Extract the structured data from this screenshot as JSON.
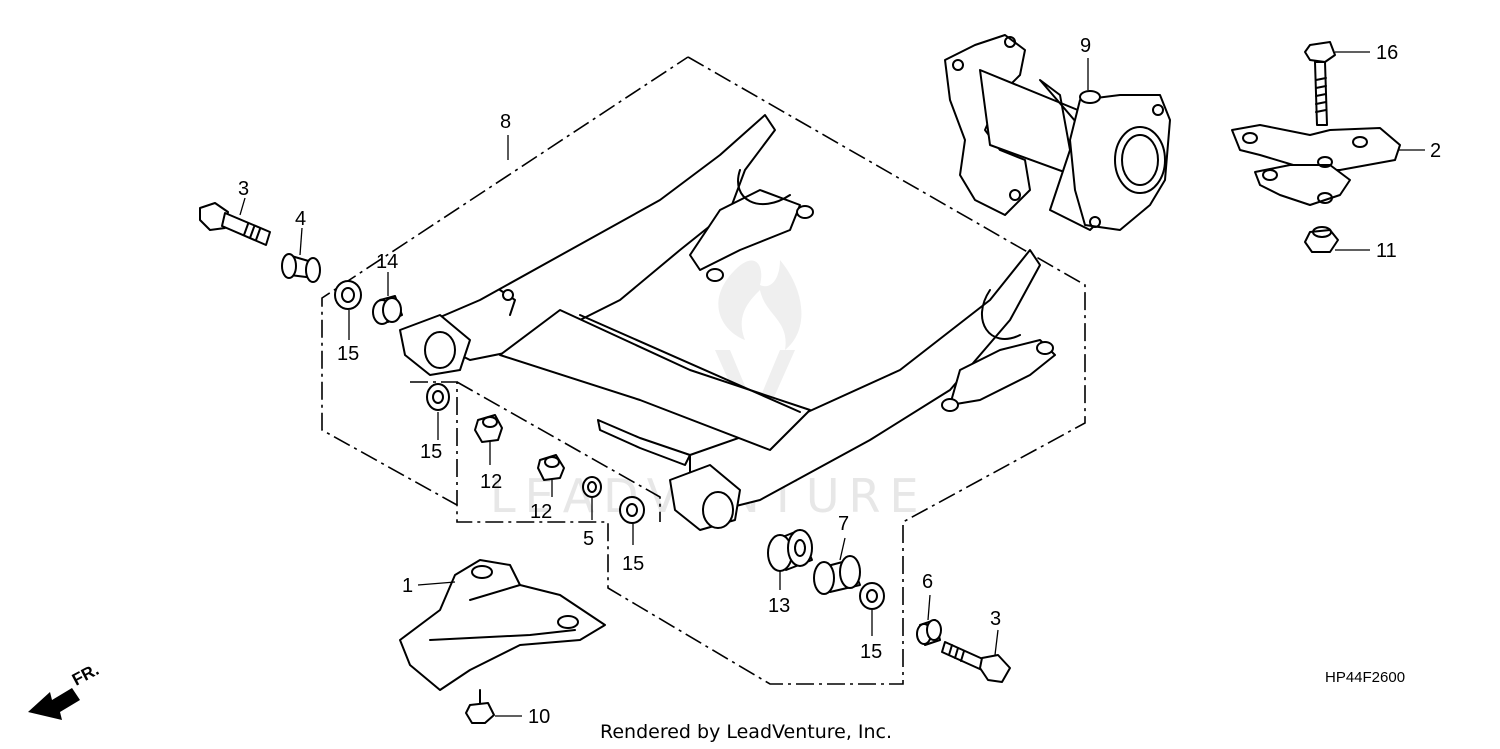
{
  "diagram": {
    "code": "HP44F2600",
    "credit": "Rendered by LeadVenture, Inc.",
    "watermark": "LEADVENTURE",
    "direction": "FR.",
    "callouts": [
      {
        "id": "c1",
        "label": "1"
      },
      {
        "id": "c2",
        "label": "2"
      },
      {
        "id": "c3a",
        "label": "3"
      },
      {
        "id": "c3b",
        "label": "3"
      },
      {
        "id": "c4",
        "label": "4"
      },
      {
        "id": "c5",
        "label": "5"
      },
      {
        "id": "c6",
        "label": "6"
      },
      {
        "id": "c7",
        "label": "7"
      },
      {
        "id": "c8",
        "label": "8"
      },
      {
        "id": "c9",
        "label": "9"
      },
      {
        "id": "c10",
        "label": "10"
      },
      {
        "id": "c11",
        "label": "11"
      },
      {
        "id": "c12a",
        "label": "12"
      },
      {
        "id": "c12b",
        "label": "12"
      },
      {
        "id": "c13",
        "label": "13"
      },
      {
        "id": "c14",
        "label": "14"
      },
      {
        "id": "c15a",
        "label": "15"
      },
      {
        "id": "c15b",
        "label": "15"
      },
      {
        "id": "c15c",
        "label": "15"
      },
      {
        "id": "c15d",
        "label": "15"
      },
      {
        "id": "c16",
        "label": "16"
      }
    ]
  }
}
